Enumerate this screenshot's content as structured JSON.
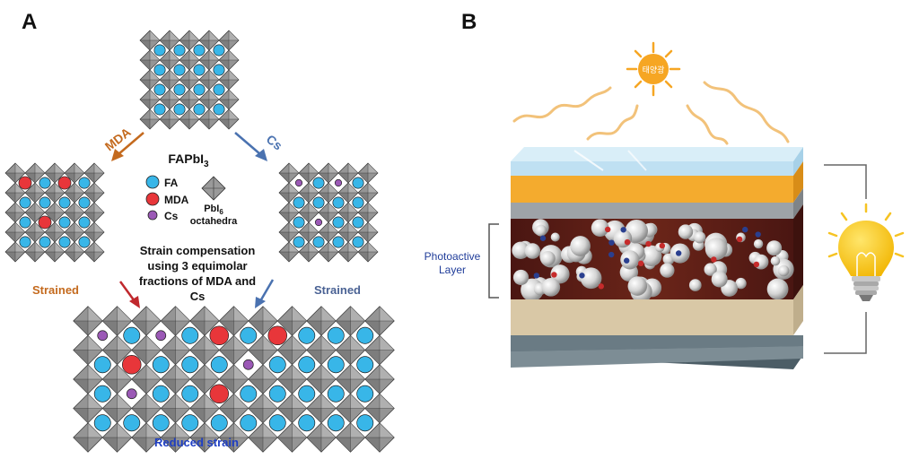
{
  "panel_a": {
    "label": "A",
    "center_title": "FAPbI",
    "center_title_sub": "3",
    "arrow_left_label": "MDA",
    "arrow_right_label": "Cs",
    "legend": {
      "fa": "FA",
      "mda": "MDA",
      "cs": "Cs",
      "octa_line1_main": "PbI",
      "octa_line1_sub": "6",
      "octa_line2": "octahedra"
    },
    "strain_text": [
      "Strain compensation",
      "using 3 equimolar",
      "fractions of MDA and",
      "Cs"
    ],
    "left_caption": "Strained",
    "right_caption": "Strained",
    "bottom_caption": "Reduced strain",
    "colors": {
      "fa": "#38b6e8",
      "mda": "#e8363a",
      "cs": "#9b59b6",
      "octahedron": "#8c8c8c",
      "mda_accent": "#c46a1e",
      "cs_accent": "#4a72b0",
      "reduced_strain": "#1f3fc4"
    }
  },
  "panel_b": {
    "label": "B",
    "sun_label": "태양광",
    "photoactive_line1": "Photoactive",
    "photoactive_line2": "Layer",
    "colors": {
      "glass": "#bfe0f2",
      "etl": "#f4ab2e",
      "absorber": "#5a1d17",
      "htl": "#d9c8a6",
      "electrode": "#55666f",
      "sun": "#f6a623",
      "bulb": "#f9c51c",
      "label_blue": "#1f3c99"
    }
  }
}
